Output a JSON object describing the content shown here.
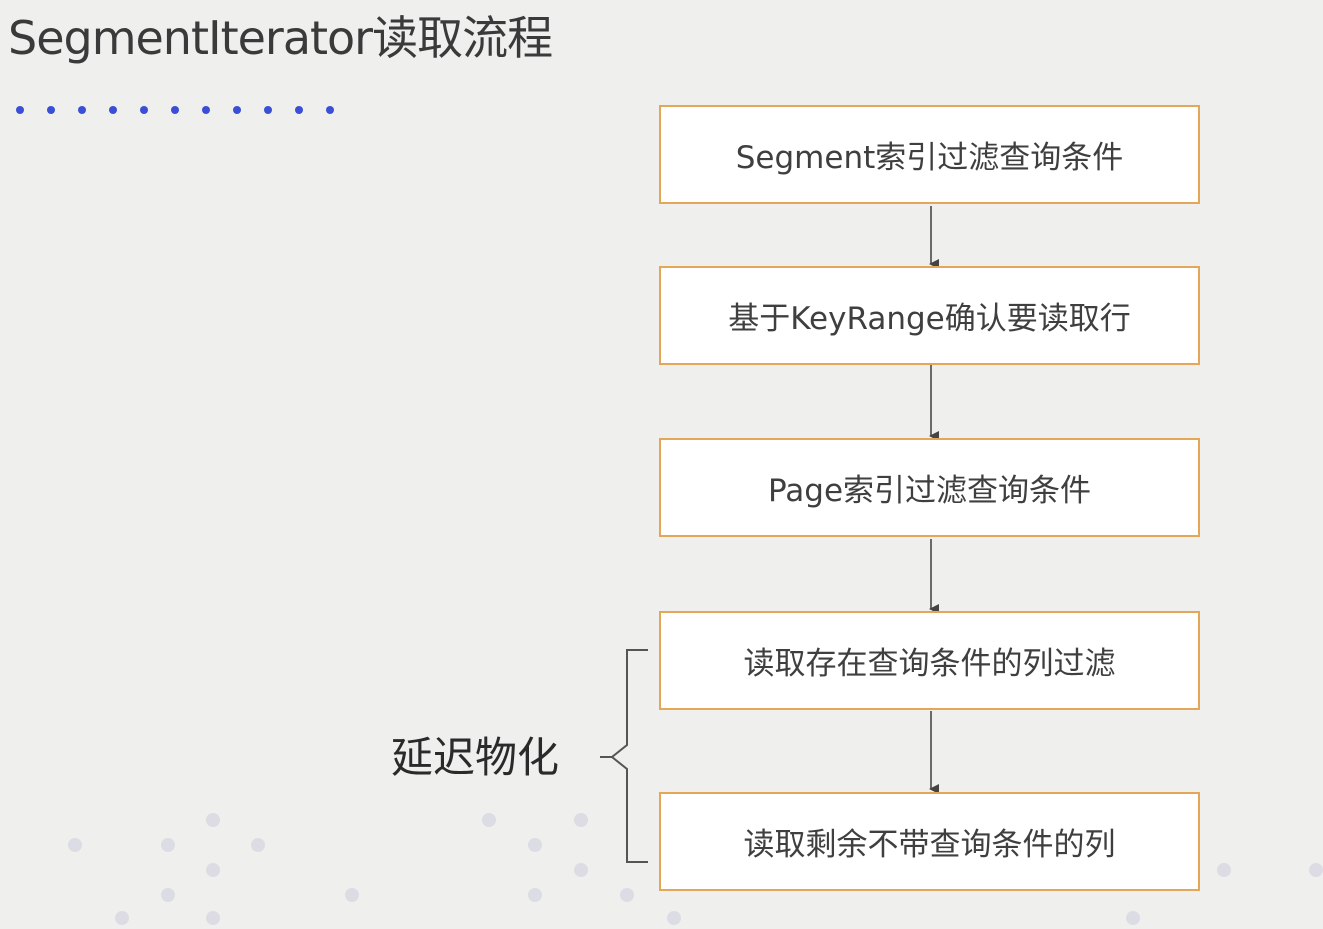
{
  "title": "SegmentIterator读取流程",
  "colors": {
    "background": "#efefed",
    "box_border": "#e5a657",
    "box_fill": "#ffffff",
    "accent_dots": "#3b4fd6",
    "arrow": "#444444"
  },
  "flow": {
    "steps": [
      {
        "label": "Segment索引过滤查询条件"
      },
      {
        "label": "基于KeyRange确认要读取行"
      },
      {
        "label": "Page索引过滤查询条件"
      },
      {
        "label": "读取存在查询条件的列过滤"
      },
      {
        "label": "读取剩余不带查询条件的列"
      }
    ],
    "brace_label": "延迟物化"
  }
}
